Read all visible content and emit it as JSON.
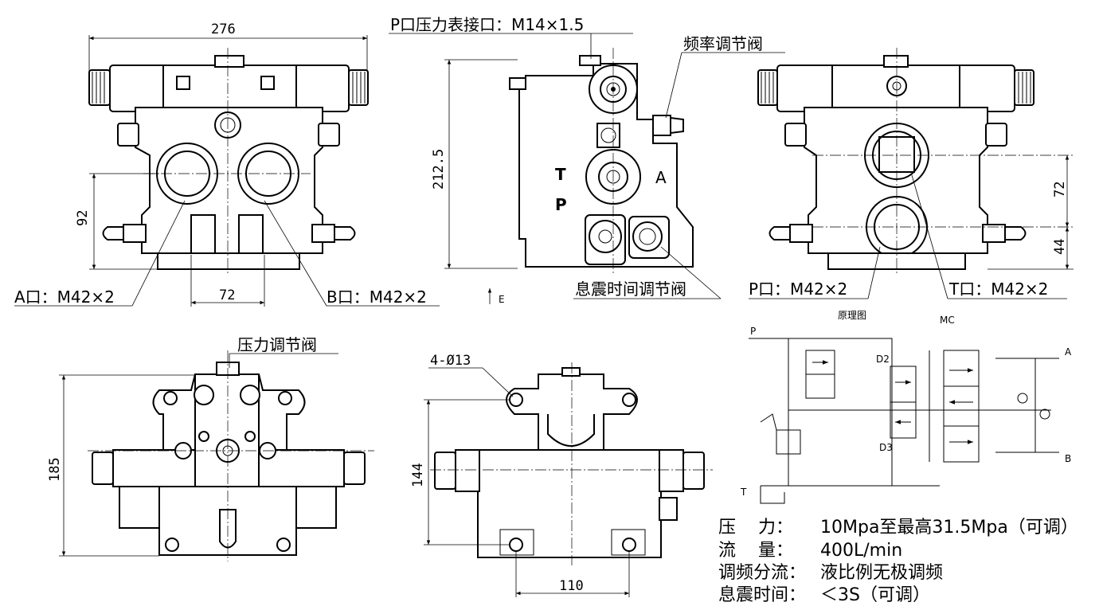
{
  "dimensions": {
    "front_width": "276",
    "front_height": "92",
    "front_port_spacing": "72",
    "side_height": "212.5",
    "rear_port_spacing": "72",
    "rear_port_bottom": "44",
    "top_height": "185",
    "bottom_height": "144",
    "bottom_width": "110",
    "bolt_holes": "4-Ø13"
  },
  "callouts": {
    "p_gauge_port": "P口压力表接口：M14×1.5",
    "frequency_valve": "频率调节阀",
    "a_port": "A口：M42×2",
    "b_port": "B口：M42×2",
    "dwell_valve": "息震时间调节阀",
    "p_port": "P口：M42×2",
    "t_port": "T口：M42×2",
    "pressure_valve": "压力调节阀"
  },
  "side_view_letters": {
    "t": "T",
    "p": "P",
    "a": "A",
    "view_arrow": "E"
  },
  "schematic": {
    "title": "原理图",
    "mc": "MC",
    "p": "P",
    "t": "T",
    "a": "A",
    "b": "B",
    "d2": "D2",
    "d3": "D3"
  },
  "specs": [
    {
      "label": "压    力：",
      "value": "10Mpa至最高31.5Mpa（可调）"
    },
    {
      "label": "流    量：",
      "value": "400L/min"
    },
    {
      "label": "调频分流：",
      "value": "液比例无极调频"
    },
    {
      "label": "息震时间：",
      "value": "＜3S（可调）"
    }
  ]
}
